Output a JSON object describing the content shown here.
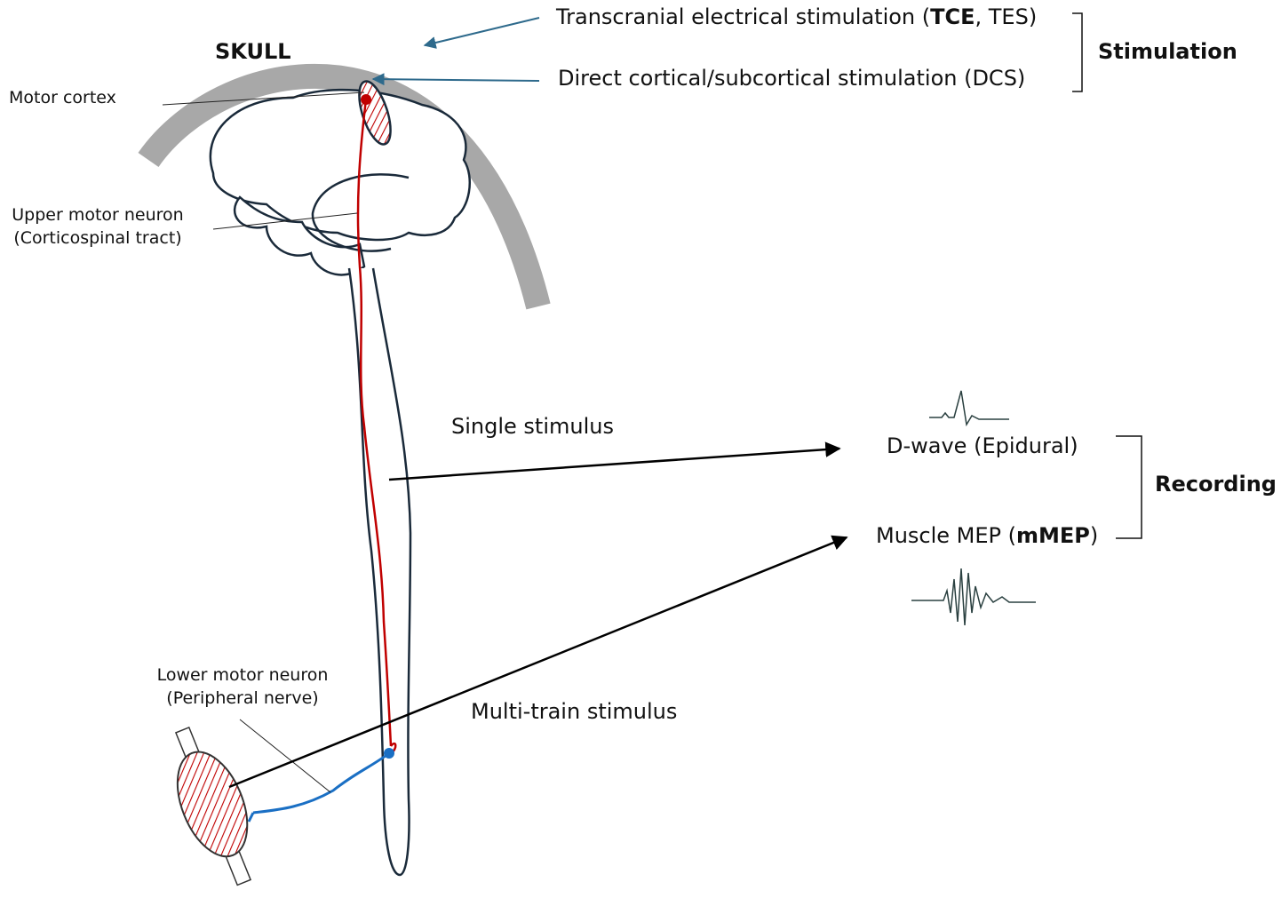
{
  "labels": {
    "skull": "SKULL",
    "motor_cortex": "Motor cortex",
    "upper_motor_neuron": "Upper motor neuron",
    "corticospinal_tract": "(Corticospinal tract)",
    "lower_motor_neuron": "Lower motor neuron",
    "peripheral_nerve": "(Peripheral nerve)",
    "single_stimulus": "Single stimulus",
    "multi_train_stimulus": "Multi-train stimulus",
    "tce_prefix": "Transcranial electrical stimulation (",
    "tce_bold": "TCE",
    "tce_suffix": ", TES)",
    "dcs": "Direct cortical/subcortical stimulation (DCS)",
    "stimulation_group": "Stimulation",
    "dwave": "D-wave (Epidural)",
    "mmep_prefix": "Muscle MEP (",
    "mmep_bold": "mMEP",
    "mmep_suffix": ")",
    "recording_group": "Recording"
  },
  "colors": {
    "skull": "#a8a8a8",
    "outline": "#1a2a3a",
    "upper_neuron": "#c00000",
    "lower_neuron": "#1a6fc4",
    "stim_arrow": "#2e6a8c",
    "hatch": "#c00000",
    "waveform": "#2a4040"
  }
}
